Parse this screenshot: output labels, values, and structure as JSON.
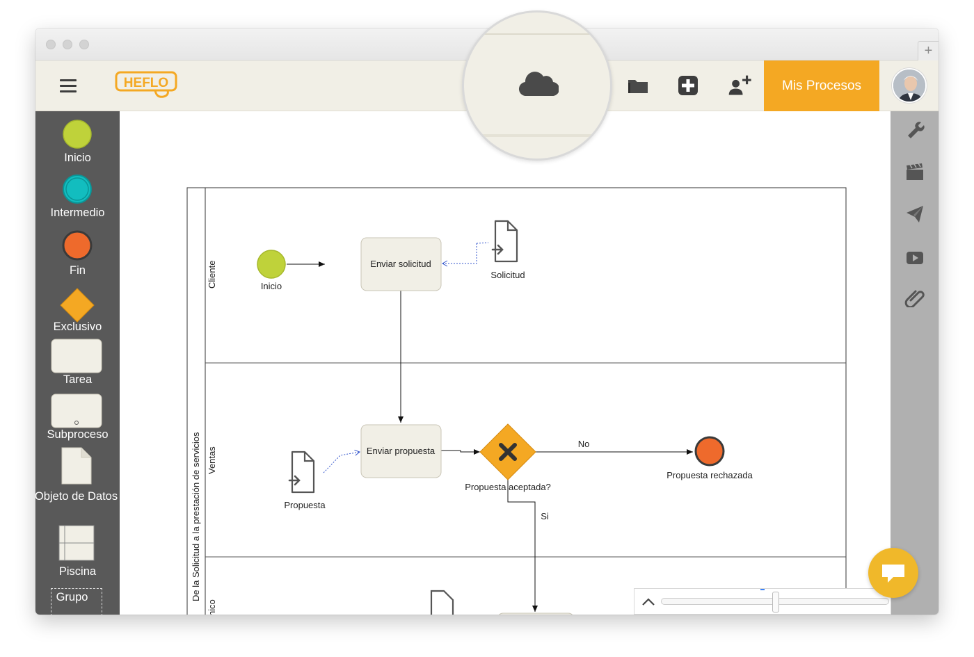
{
  "app": {
    "logo_text": "HEFLO",
    "primary_button": "Mis Procesos",
    "accent_color": "#f4a823",
    "toolbar_icons": [
      "cloud-icon",
      "folder-icon",
      "plus-square-icon",
      "add-user-icon"
    ]
  },
  "palette": {
    "items": [
      {
        "label": "Inicio",
        "icon": "start-event-icon",
        "color": "#bfd23a"
      },
      {
        "label": "Intermedio",
        "icon": "intermediate-event-icon",
        "color": "#12bdbf"
      },
      {
        "label": "Fin",
        "icon": "end-event-icon",
        "color": "#ee6a2c"
      },
      {
        "label": "Exclusivo",
        "icon": "exclusive-gateway-icon",
        "color": "#f4a823"
      },
      {
        "label": "Tarea",
        "icon": "task-icon",
        "color": "#f1efe6"
      },
      {
        "label": "Subproceso",
        "icon": "subprocess-icon",
        "color": "#f1efe6"
      },
      {
        "label": "Objeto de Datos",
        "icon": "data-object-icon",
        "color": "#f1efe6"
      },
      {
        "label": "Piscina",
        "icon": "pool-icon",
        "color": "#f1efe6"
      },
      {
        "label": "Grupo",
        "icon": "group-icon",
        "color": "#ffffff"
      }
    ]
  },
  "right_toolbar": {
    "icons": [
      "wrench-icon",
      "clapperboard-icon",
      "paper-plane-icon",
      "video-play-icon",
      "paperclip-icon"
    ]
  },
  "diagram": {
    "pool_label": "De la Solicitud a la prestación de servicios",
    "lanes": [
      "Cliente",
      "Ventas",
      "nico"
    ],
    "events": {
      "start": "Inicio",
      "end": "Propuesta rechazada"
    },
    "tasks": [
      "Enviar solicitud",
      "Enviar propuesta"
    ],
    "data_objects": [
      "Solicitud",
      "Propuesta"
    ],
    "gateway": "Propuesta aceptada?",
    "flow_labels": {
      "no": "No",
      "yes": "Si"
    }
  }
}
